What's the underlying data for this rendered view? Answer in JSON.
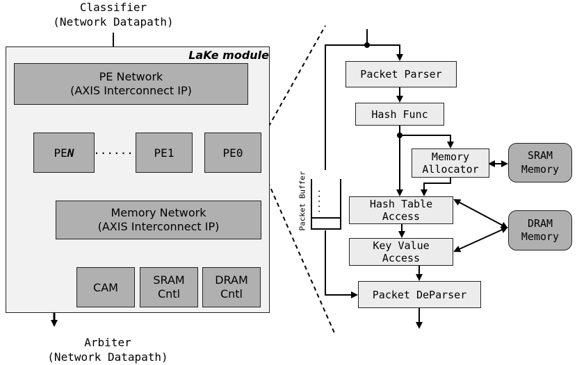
{
  "left": {
    "classifier": "Classifier\n(Network Datapath)",
    "arbiter": "Arbiter\n(Network Datapath)",
    "module_label": "LaKe module",
    "pe_network": "PE Network\n(AXIS Interconnect IP)",
    "pe_n": {
      "prefix": "PE",
      "suffix": "N"
    },
    "dots": "......",
    "pe_1": "PE1",
    "pe_0": "PE0",
    "memory_network": "Memory Network\n(AXIS Interconnect IP)",
    "cam": "CAM",
    "sram_cntl": "SRAM\nCntl",
    "dram_cntl": "DRAM\nCntl"
  },
  "right": {
    "packet_parser": "Packet Parser",
    "hash_func": "Hash Func",
    "memory_allocator": "Memory\nAllocator",
    "sram_memory": "SRAM\nMemory",
    "dram_memory": "DRAM\nMemory",
    "hash_table_access": "Hash Table\nAccess",
    "key_value_access": "Key Value\nAccess",
    "packet_deparser": "Packet DeParser",
    "packet_buffer": "Packet Buffer",
    "buffer_dots": "....."
  },
  "colors": {
    "dark_box": "#b0b0b0",
    "light_box": "#ececec",
    "module_bg": "#f2f2f2",
    "stroke": "#000000"
  }
}
